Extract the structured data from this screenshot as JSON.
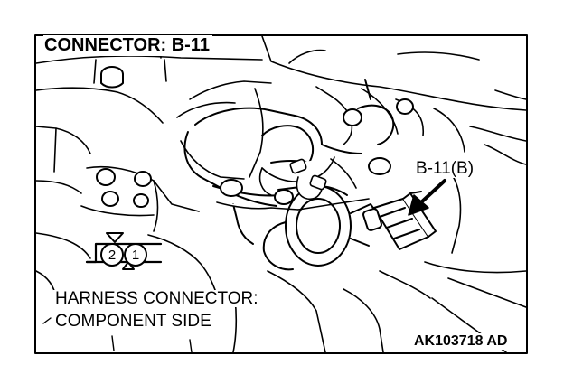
{
  "title": "CONNECTOR: B-11",
  "callout": "B-11(B)",
  "harness_line1": "HARNESS CONNECTOR:",
  "harness_line2": "COMPONENT SIDE",
  "figure_code": "AK103718 AD",
  "pins": [
    "2",
    "1"
  ],
  "colors": {
    "ink": "#000000",
    "paper": "#ffffff"
  },
  "icons": [
    "arrow-icon",
    "connector-pin-symbol-icon"
  ]
}
